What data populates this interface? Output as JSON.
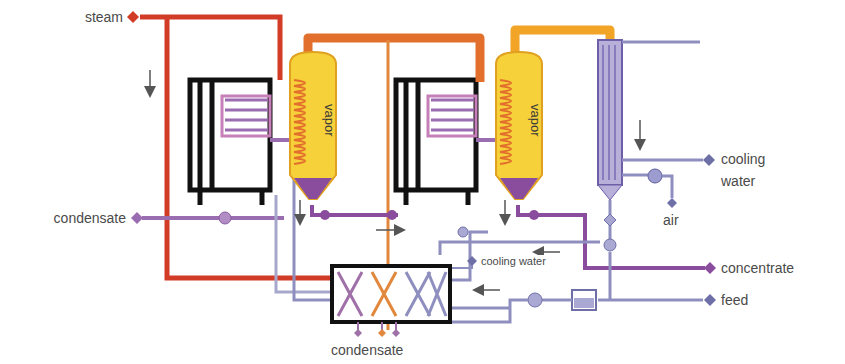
{
  "diagram": {
    "nodes": [
      {
        "text": [
          "vapor"
        ]
      },
      {
        "text": [
          "vapor"
        ]
      }
    ],
    "labels": [
      "steam",
      "condensate",
      "cooling water",
      "air",
      "concentrate",
      "feed",
      "cooling water",
      "condensate"
    ]
  }
}
